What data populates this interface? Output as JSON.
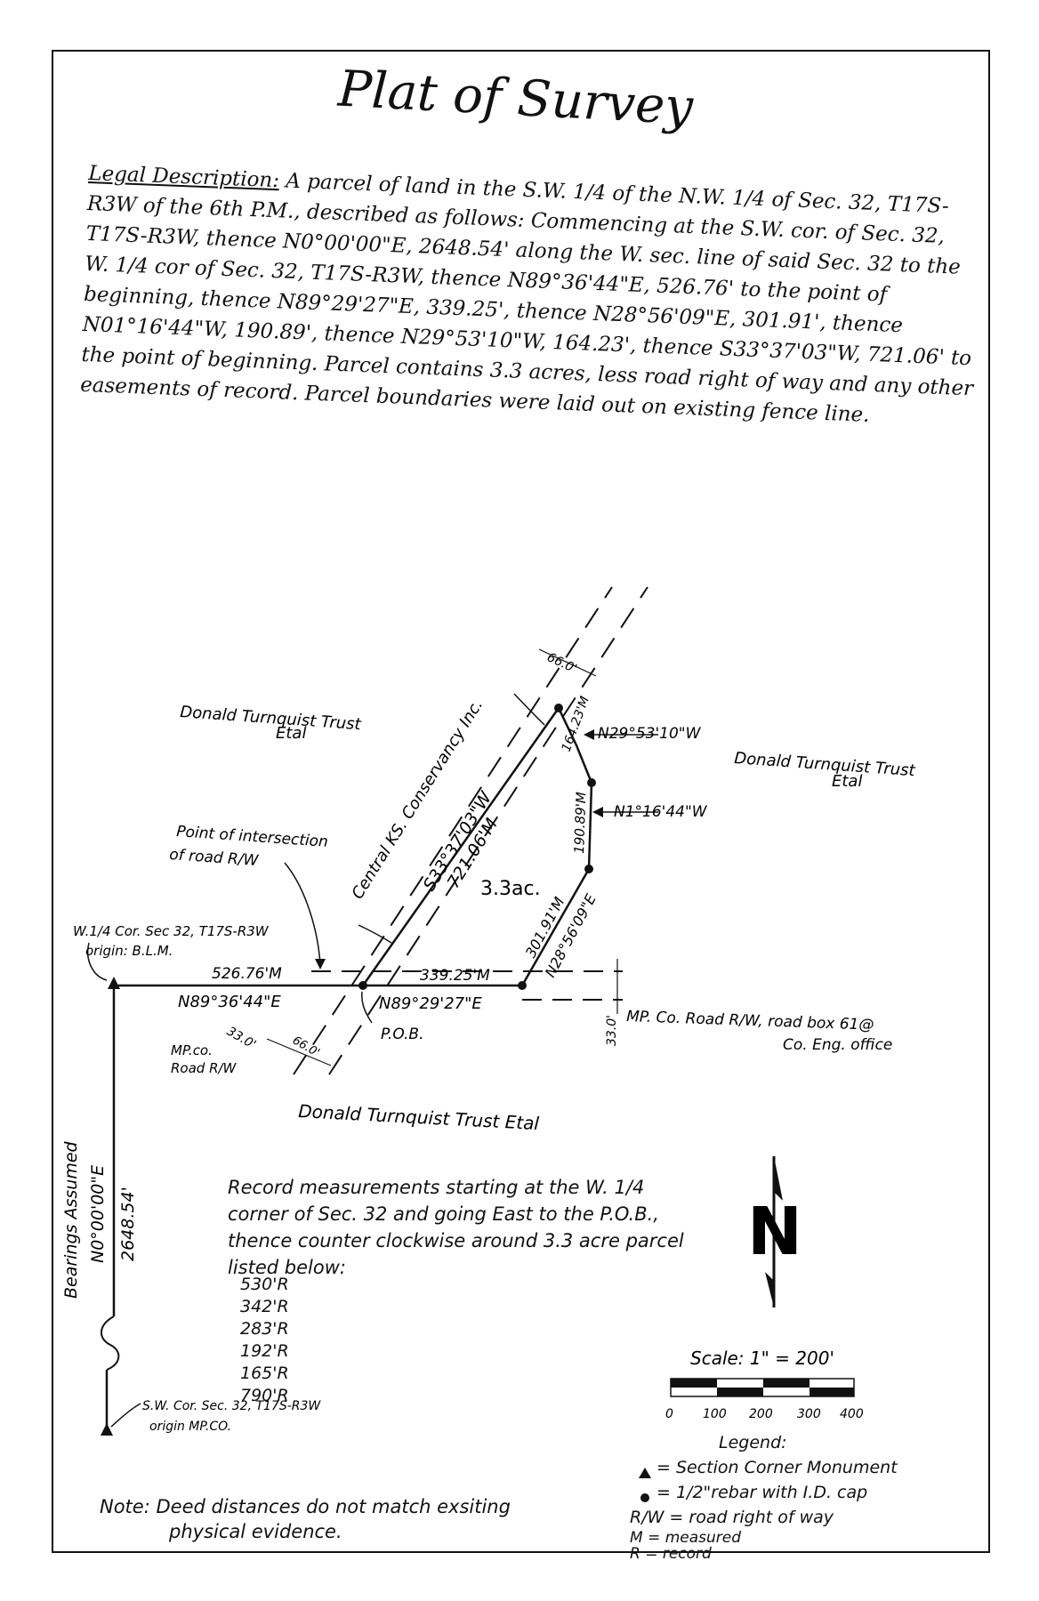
{
  "title": "Plat of Survey",
  "legal": {
    "label": "Legal Description:",
    "text": "A parcel of land in the S.W. 1/4 of the N.W. 1/4 of Sec. 32, T17S-R3W of the 6th P.M., described as follows: Commencing at the S.W. cor. of Sec. 32, T17S-R3W, thence N0°00'00\"E, 2648.54' along the W. sec. line of said Sec. 32 to the W. 1/4 cor of Sec. 32, T17S-R3W, thence N89°36'44\"E, 526.76' to the point of beginning, thence N89°29'27\"E, 339.25', thence N28°56'09\"E, 301.91', thence N01°16'44\"W, 190.89', thence N29°53'10\"W, 164.23', thence S33°37'03\"W, 721.06' to the point of beginning. Parcel contains 3.3 acres, less road right of way and any other easements of record. Parcel boundaries were laid out on existing fence line."
  },
  "labels": {
    "owner_nw": "Donald Turnquist Trust",
    "owner_nw2": "Etal",
    "owner_ne": "Donald Turnquist Trust",
    "owner_ne2": "Etal",
    "owner_s": "Donald Turnquist Trust Etal",
    "conservancy": "Central KS. Conservancy Inc.",
    "width_66": "66.0'",
    "bearing_nw_side": "N29°53'10\"W",
    "dist_164": "164.23'M",
    "bearing_n": "N1°16'44\"W",
    "dist_190": "190.89'M",
    "diag_bearing": "S33°37'03\"W",
    "diag_dist": "721.06'M",
    "area": "3.3ac.",
    "intersection": "Point of intersection",
    "intersection2": "of road R/W",
    "dist_301": "301.91'M",
    "bearing_ne": "N28°56'09\"E",
    "w14_cor": "W.1/4 Cor. Sec 32, T17S-R3W",
    "w14_origin": "origin: B.L.M.",
    "dist_526": "526.76'M",
    "dist_339": "339.25'M",
    "bearing_w": "N89°36'44\"E",
    "bearing_e": "N89°29'27\"E",
    "pob": "P.O.B.",
    "road_33": "33.0'",
    "road_66": "66.0'",
    "mp_road": "MP.co.",
    "mp_road2": "Road R/W",
    "road_33b": "33.0'",
    "mp_co_road": "MP. Co. Road R/W, road box 61@",
    "mp_co_road2": "Co. Eng. office",
    "bearings_assumed": "Bearings Assumed",
    "bearing_west": "N0°00'00\"E",
    "dist_2648": "2648.54'",
    "sw_cor": "S.W. Cor. Sec. 32, T17S-R3W",
    "sw_origin": "origin MP.CO."
  },
  "record": {
    "intro": "Record measurements starting at the W. 1/4 corner of Sec. 32 and going East to the P.O.B., thence counter clockwise around 3.3 acre parcel listed below:",
    "items": [
      "530'R",
      "342'R",
      "283'R",
      "192'R",
      "165'R",
      "790'R"
    ]
  },
  "scale": {
    "label": "Scale: 1\" = 200'",
    "ticks": [
      "0",
      "100",
      "200",
      "300",
      "400"
    ]
  },
  "north": "N",
  "legend": {
    "title": "Legend:",
    "monument": "= Section Corner Monument",
    "rebar": "= 1/2\"rebar with I.D. cap",
    "rw": "R/W = road right of way",
    "m": "M = measured",
    "r": "R = record"
  },
  "note": {
    "label": "Note:",
    "text1": "Deed distances do not match exsiting",
    "text2": "physical evidence."
  }
}
